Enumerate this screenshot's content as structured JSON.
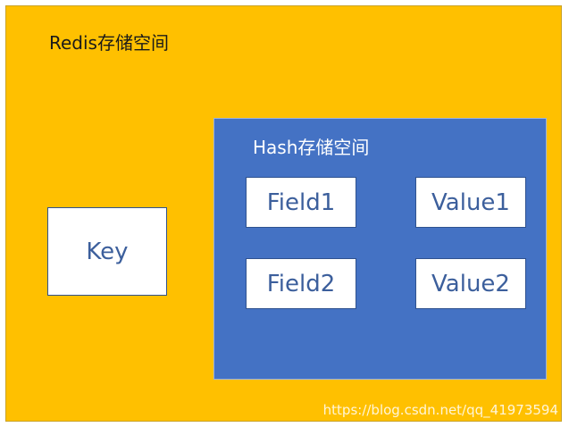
{
  "diagram": {
    "redis": {
      "title": "Redis存储空间",
      "color": "#ffc000"
    },
    "key": {
      "label": "Key"
    },
    "hash": {
      "title": "Hash存储空间",
      "color": "#4472c4",
      "fields": [
        "Field1",
        "Field2"
      ],
      "values": [
        "Value1",
        "Value2"
      ]
    }
  },
  "watermark": "https://blog.csdn.net/qq_41973594"
}
